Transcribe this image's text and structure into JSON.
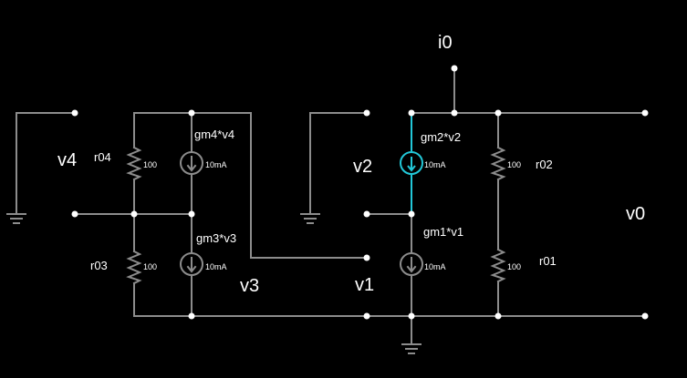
{
  "colors": {
    "background": "#000000",
    "wire": "#8c8c8c",
    "selected": "#22c8d8",
    "text": "#ffffff"
  },
  "nodes": {
    "v4": "v4",
    "v3": "v3",
    "v2": "v2",
    "v1": "v1",
    "v0": "v0",
    "i0": "i0"
  },
  "resistors": {
    "r04": {
      "name": "r04",
      "value": "100"
    },
    "r03": {
      "name": "r03",
      "value": "100"
    },
    "r02": {
      "name": "r02",
      "value": "100"
    },
    "r01": {
      "name": "r01",
      "value": "100"
    }
  },
  "sources": {
    "gm4": {
      "name": "gm4*v4",
      "value": "10mA"
    },
    "gm3": {
      "name": "gm3*v3",
      "value": "10mA"
    },
    "gm2": {
      "name": "gm2*v2",
      "value": "10mA"
    },
    "gm1": {
      "name": "gm1*v1",
      "value": "10mA"
    }
  }
}
